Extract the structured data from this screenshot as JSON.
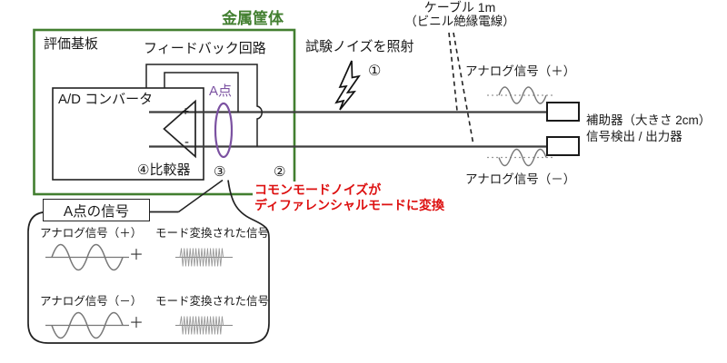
{
  "colors": {
    "enclosure_green": "#427f30",
    "point_a_purple": "#7b51a1",
    "note_red": "#dd1111"
  },
  "enclosure": {
    "label": "金属筐体"
  },
  "board": {
    "label": "評価基板"
  },
  "feedback": {
    "label": "フィードバック回路"
  },
  "adc": {
    "label": "A/D コンバータ",
    "comparator_label": "④比較器",
    "plus_input": "+",
    "minus_input": "-"
  },
  "point_a": {
    "label": "A点"
  },
  "markers": {
    "one": "①",
    "two": "②",
    "three": "③"
  },
  "noise": {
    "label": "試験ノイズを照射"
  },
  "cable": {
    "line1": "ケーブル 1m",
    "line2": "（ビニル絶縁電線）"
  },
  "signals": {
    "plus": "アナログ信号（＋）",
    "minus": "アナログ信号（－）"
  },
  "aux": {
    "line1": "補助器（大きさ 2cm）",
    "line2": "信号検出 / 出力器"
  },
  "mode_note": {
    "line1": "コモンモードノイズが",
    "line2": "ディファレンシャルモードに変換"
  },
  "signal_box": {
    "title": "A点の信号",
    "rows": [
      {
        "left_label": "アナログ信号（＋）",
        "operator": "＋",
        "right_label": "モード変換された信号"
      },
      {
        "left_label": "アナログ信号（－）",
        "operator": "＋",
        "right_label": "モード変換された信号"
      }
    ]
  }
}
